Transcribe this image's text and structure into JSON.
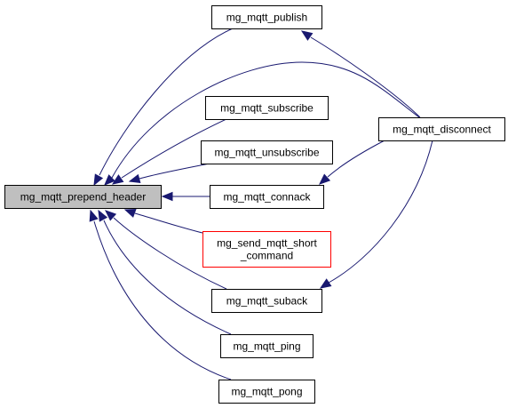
{
  "colors": {
    "edge": "#191970",
    "node_border": "#000000",
    "focus_fill": "#bfbfbf",
    "highlight_border": "#ff0000",
    "node_fill": "#ffffff"
  },
  "nodes": [
    {
      "id": "prepend_header",
      "lines": [
        "mg_mqtt_prepend_header"
      ],
      "style": "focus"
    },
    {
      "id": "publish",
      "lines": [
        "mg_mqtt_publish"
      ],
      "style": "normal"
    },
    {
      "id": "subscribe",
      "lines": [
        "mg_mqtt_subscribe"
      ],
      "style": "normal"
    },
    {
      "id": "unsubscribe",
      "lines": [
        "mg_mqtt_unsubscribe"
      ],
      "style": "normal"
    },
    {
      "id": "connack",
      "lines": [
        "mg_mqtt_connack"
      ],
      "style": "normal"
    },
    {
      "id": "send_short",
      "lines": [
        "mg_send_mqtt_short",
        "_command"
      ],
      "style": "highlight"
    },
    {
      "id": "suback",
      "lines": [
        "mg_mqtt_suback"
      ],
      "style": "normal"
    },
    {
      "id": "ping",
      "lines": [
        "mg_mqtt_ping"
      ],
      "style": "normal"
    },
    {
      "id": "pong",
      "lines": [
        "mg_mqtt_pong"
      ],
      "style": "normal"
    },
    {
      "id": "disconnect",
      "lines": [
        "mg_mqtt_disconnect"
      ],
      "style": "normal"
    }
  ],
  "edges": [
    {
      "from": "publish",
      "to": "prepend_header"
    },
    {
      "from": "disconnect",
      "to": "prepend_header"
    },
    {
      "from": "subscribe",
      "to": "prepend_header"
    },
    {
      "from": "unsubscribe",
      "to": "prepend_header"
    },
    {
      "from": "connack",
      "to": "prepend_header"
    },
    {
      "from": "send_short",
      "to": "prepend_header"
    },
    {
      "from": "suback",
      "to": "prepend_header"
    },
    {
      "from": "ping",
      "to": "prepend_header"
    },
    {
      "from": "pong",
      "to": "prepend_header"
    },
    {
      "from": "disconnect",
      "to": "publish"
    },
    {
      "from": "disconnect",
      "to": "connack"
    },
    {
      "from": "disconnect",
      "to": "suback"
    }
  ]
}
